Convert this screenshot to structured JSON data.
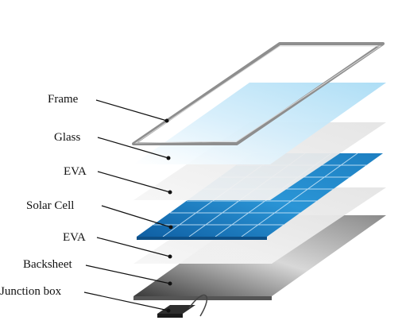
{
  "diagram": {
    "labels": {
      "frame": "Frame",
      "glass": "Glass",
      "eva_top": "EVA",
      "solar_cell": "Solar Cell",
      "eva_bottom": "EVA",
      "backsheet": "Backsheet",
      "junction_box": "Junction box"
    },
    "colors": {
      "frame": "#8e8e8e",
      "glass": "#bfe4f7",
      "eva": "#ececec",
      "solar_cell": "#1e88c8",
      "backsheet": "#6a6a6a",
      "junction_box": "#3c3c3c",
      "text": "#111111"
    }
  }
}
